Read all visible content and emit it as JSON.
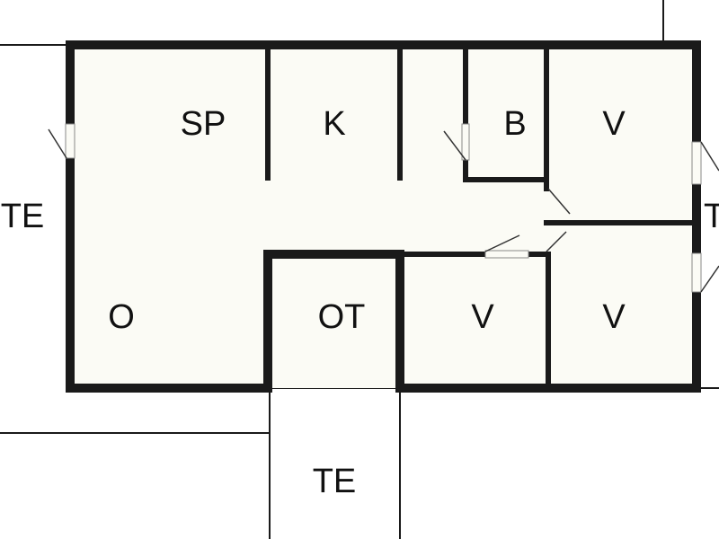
{
  "colors": {
    "floor": "#fbfbf5",
    "wall": "#1a1a1a",
    "background": "#ffffff"
  },
  "rooms": {
    "sp": "SP",
    "k": "K",
    "b": "B",
    "v1": "V",
    "o": "O",
    "ot": "OT",
    "v2": "V",
    "v3": "V"
  },
  "terraces": {
    "left": "TE",
    "bottom": "TE",
    "right": "TE"
  }
}
